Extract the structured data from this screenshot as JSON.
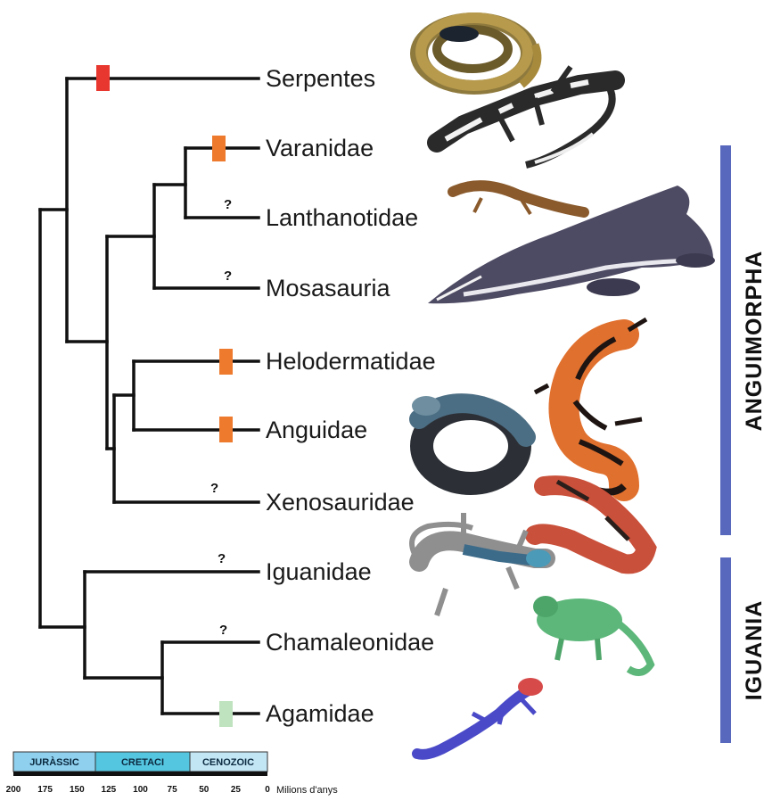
{
  "taxa": [
    {
      "name": "Serpentes",
      "marker_color": "#e8372e",
      "question": ""
    },
    {
      "name": "Varanidae",
      "marker_color": "#ee7a2e",
      "question": ""
    },
    {
      "name": "Lanthanotidae",
      "marker_color": "",
      "question": "?"
    },
    {
      "name": "Mosasauria",
      "marker_color": "",
      "question": "?"
    },
    {
      "name": "Helodermatidae",
      "marker_color": "#ee7a2e",
      "question": ""
    },
    {
      "name": "Anguidae",
      "marker_color": "#ee7a2e",
      "question": ""
    },
    {
      "name": "Xenosauridae",
      "marker_color": "",
      "question": "?"
    },
    {
      "name": "Iguanidae",
      "marker_color": "",
      "question": "?"
    },
    {
      "name": "Chamaleonidae",
      "marker_color": "",
      "question": "?"
    },
    {
      "name": "Agamidae",
      "marker_color": "#bfe3bf",
      "question": ""
    }
  ],
  "clades": {
    "anguimorpha": {
      "label": "ANGUIMORPHA",
      "color": "#5869bd"
    },
    "iguania": {
      "label": "IGUANIA",
      "color": "#5869bd"
    }
  },
  "timescale": {
    "periods": [
      {
        "name": "JURÀSSIC",
        "color": "#8fd0ee"
      },
      {
        "name": "CRETACI",
        "color": "#55c6e0"
      },
      {
        "name": "CENOZOIC",
        "color": "#c3e6f4"
      }
    ],
    "ticks": [
      "200",
      "175",
      "150",
      "125",
      "100",
      "75",
      "50",
      "25",
      "0"
    ],
    "unit_label": "Milions d'anys"
  },
  "animal_icons": [
    "snake-icon",
    "monitor-lizard-icon",
    "earless-monitor-icon",
    "mosasaur-icon",
    "gila-monster-icon",
    "glass-lizard-icon",
    "crocodile-lizard-icon",
    "iguana-icon",
    "chameleon-icon",
    "agama-icon"
  ]
}
